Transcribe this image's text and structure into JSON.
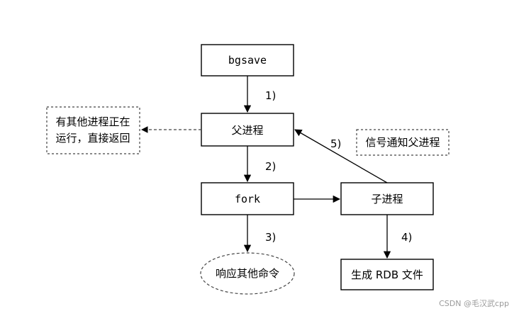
{
  "nodes": {
    "bgsave": "bgsave",
    "parent": "父进程",
    "fork": "fork",
    "child": "子进程",
    "respond": "响应其他命令",
    "rdb": "生成 RDB 文件",
    "note_running_line1": "有其他进程正在",
    "note_running_line2": "运行，直接返回",
    "note_signal": "信号通知父进程"
  },
  "steps": {
    "s1": "1)",
    "s2": "2)",
    "s3": "3)",
    "s4": "4)",
    "s5": "5)"
  },
  "watermark": "CSDN @毛汉武cpp",
  "colors": {
    "stroke": "#000000",
    "dashed": "#444444",
    "watermark": "#9a9a9a"
  }
}
